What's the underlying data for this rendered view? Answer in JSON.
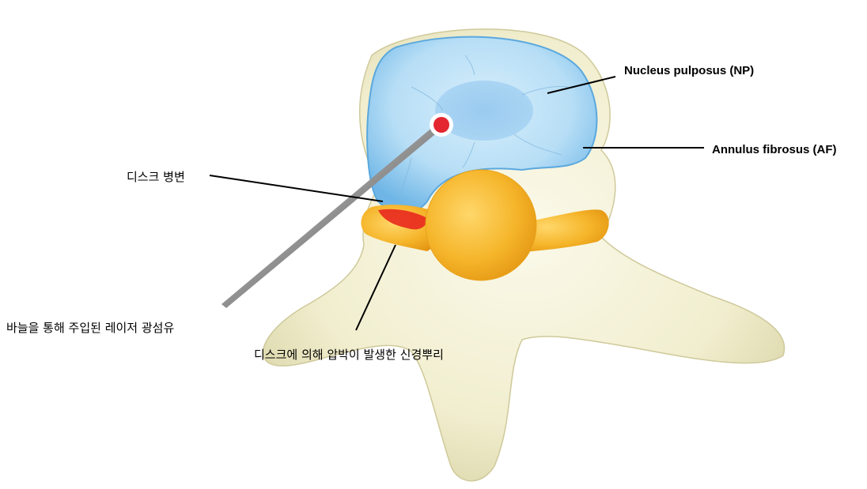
{
  "labels": {
    "nucleus": "Nucleus pulposus (NP)",
    "annulus": "Annulus fibrosus (AF)",
    "disc_lesion": "디스크 병변",
    "laser_fiber": "바늘을 통해 주입된 레이저 광섬유",
    "nerve_root": "디스크에 의해 압박이 발생한 신경뿌리"
  },
  "colors": {
    "bone": "#f2efcf",
    "bone_shadow": "#d9d4a8",
    "disc_annulus": "#9fd3f3",
    "disc_nucleus": "#7fbcea",
    "nerve": "#f2a91c",
    "lesion": "#e8281e",
    "laser_tip": "#e3262f",
    "needle": "#555555"
  }
}
